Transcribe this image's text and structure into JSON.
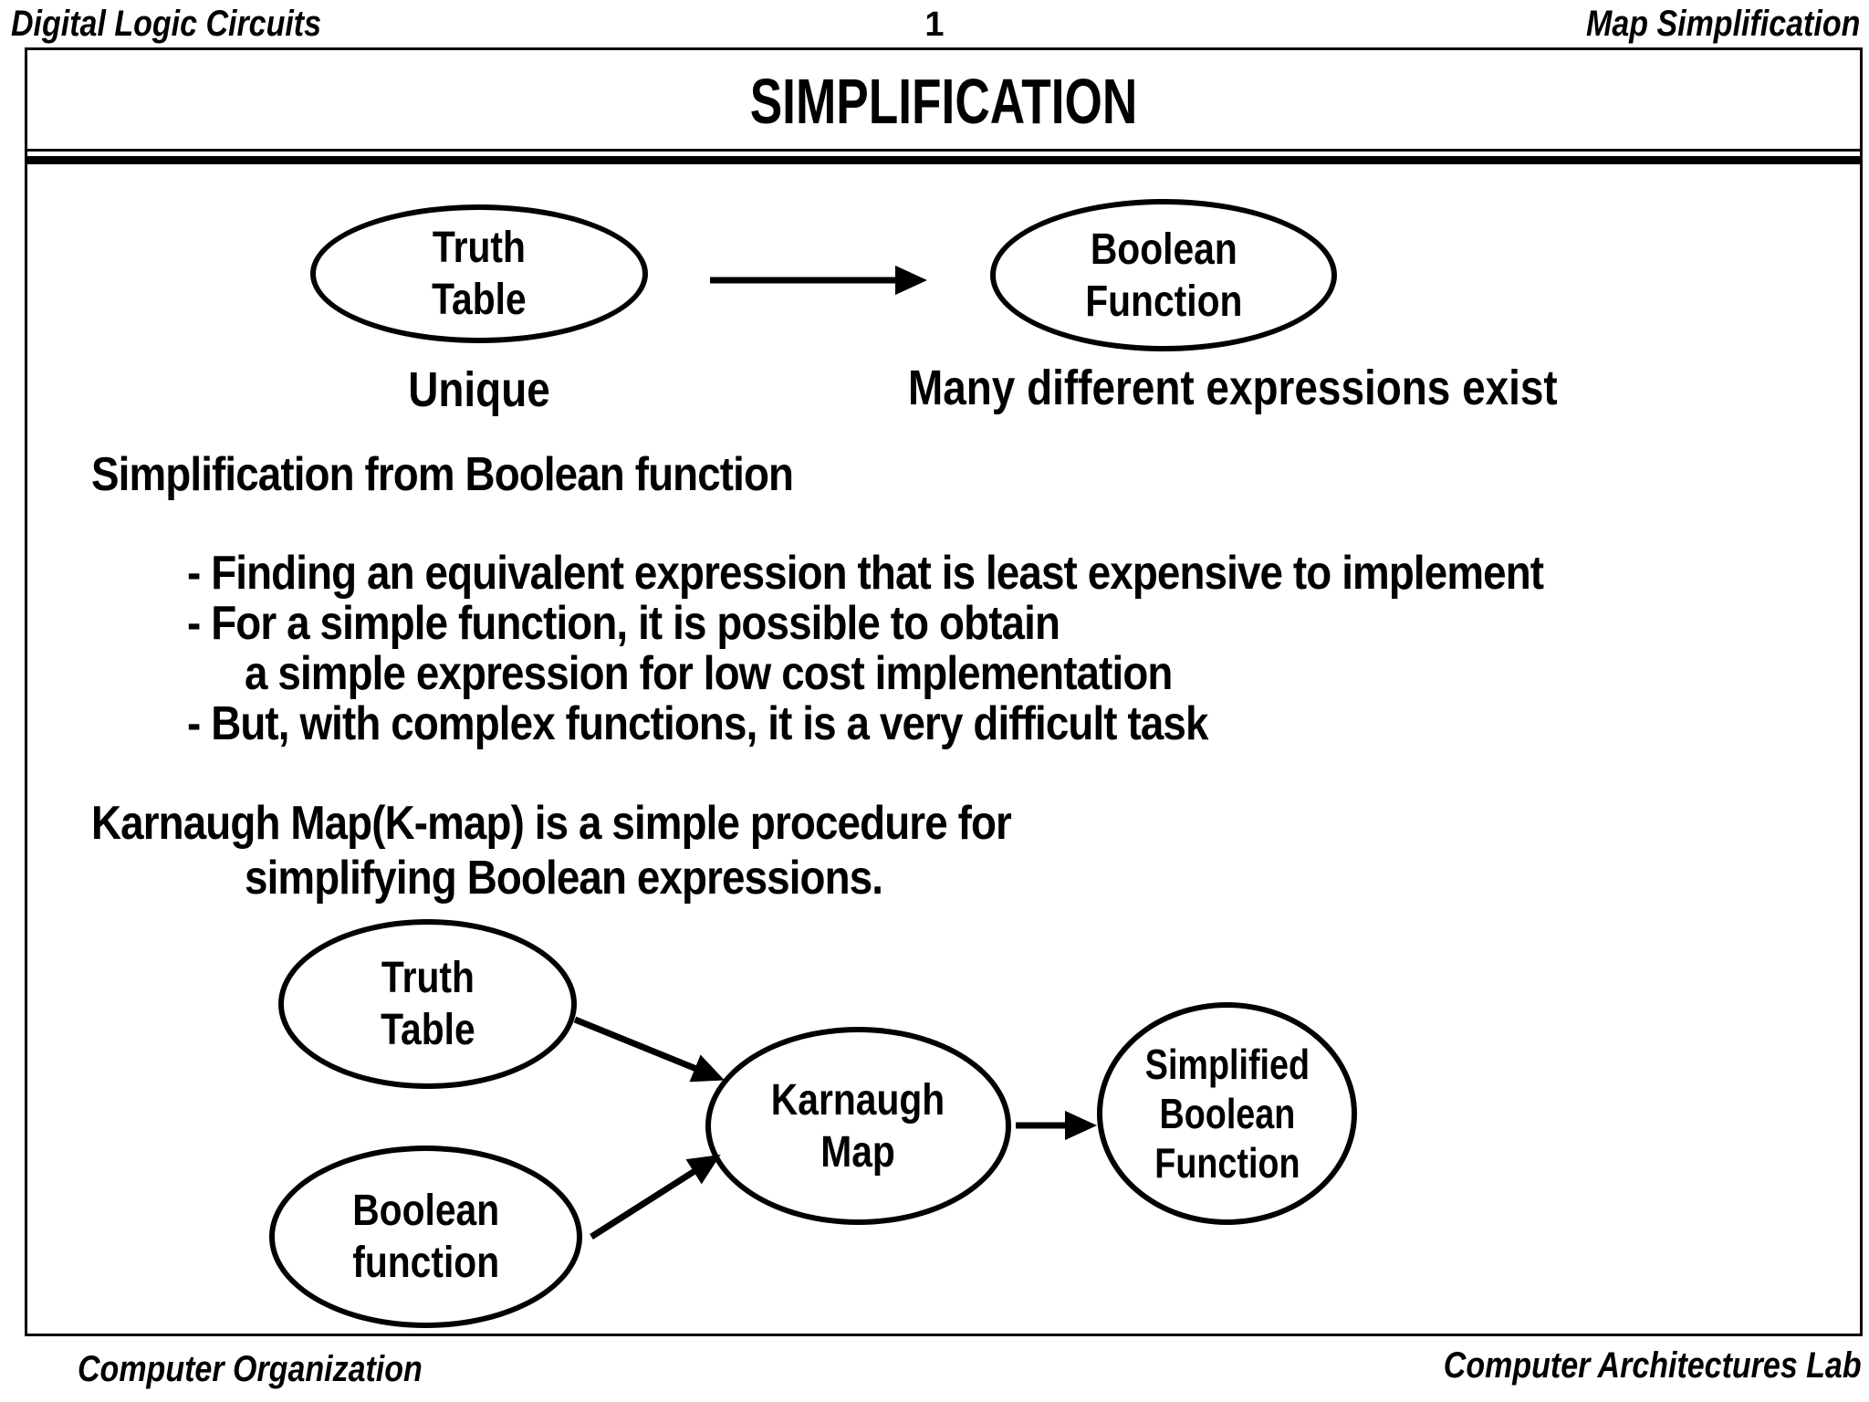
{
  "colors": {
    "ink": "#000000",
    "background": "#ffffff"
  },
  "header": {
    "course": "Digital Logic Circuits",
    "page": "1",
    "section": "Map Simplification"
  },
  "title": "SIMPLIFICATION",
  "diagram_top": {
    "truth_table": [
      "Truth",
      "Table"
    ],
    "boolean_function": [
      "Boolean",
      "Function"
    ],
    "truth_caption": "Unique",
    "boolean_caption": "Many different expressions exist"
  },
  "body": {
    "heading": "Simplification from Boolean function",
    "bullets": [
      "- Finding an equivalent expression that is least expensive to implement",
      "- For a simple function, it is possible to obtain",
      "a simple expression for low cost implementation",
      "- But, with complex functions, it is a very difficult task"
    ],
    "kmap_line1": "Karnaugh Map(K-map) is a simple procedure for",
    "kmap_line2": "simplifying Boolean expressions."
  },
  "diagram_bottom": {
    "truth_table": [
      "Truth",
      "Table"
    ],
    "boolean_function": [
      "Boolean",
      "function"
    ],
    "karnaugh_map": [
      "Karnaugh",
      "Map"
    ],
    "simplified": [
      "Simplified",
      "Boolean",
      "Function"
    ]
  },
  "footer": {
    "left": "Computer Organization",
    "right": "Computer Architectures Lab"
  }
}
